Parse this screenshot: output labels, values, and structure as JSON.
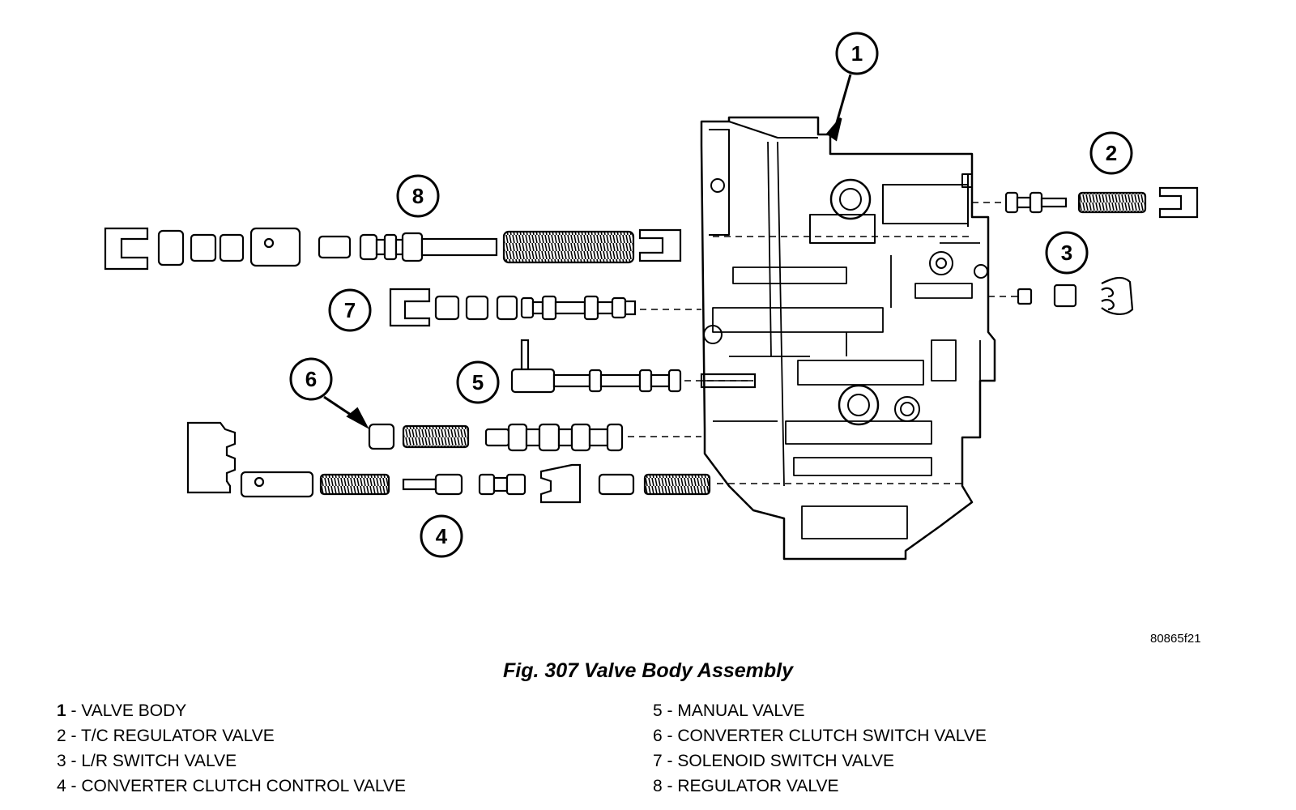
{
  "figure_id": "80865f21",
  "caption": "Fig. 307 Valve Body Assembly",
  "callouts": {
    "c1": "1",
    "c2": "2",
    "c3": "3",
    "c4": "4",
    "c5": "5",
    "c6": "6",
    "c7": "7",
    "c8": "8"
  },
  "legend": [
    {
      "num": "1",
      "label": " - VALVE BODY"
    },
    {
      "num": "2",
      "label": " - T/C REGULATOR VALVE"
    },
    {
      "num": "3",
      "label": " - L/R SWITCH VALVE"
    },
    {
      "num": "4",
      "label": " - CONVERTER CLUTCH CONTROL VALVE"
    },
    {
      "num": "5",
      "label": " - MANUAL VALVE"
    },
    {
      "num": "6",
      "label": " - CONVERTER CLUTCH SWITCH VALVE"
    },
    {
      "num": "7",
      "label": " - SOLENOID SWITCH VALVE"
    },
    {
      "num": "8",
      "label": " - REGULATOR VALVE"
    }
  ]
}
